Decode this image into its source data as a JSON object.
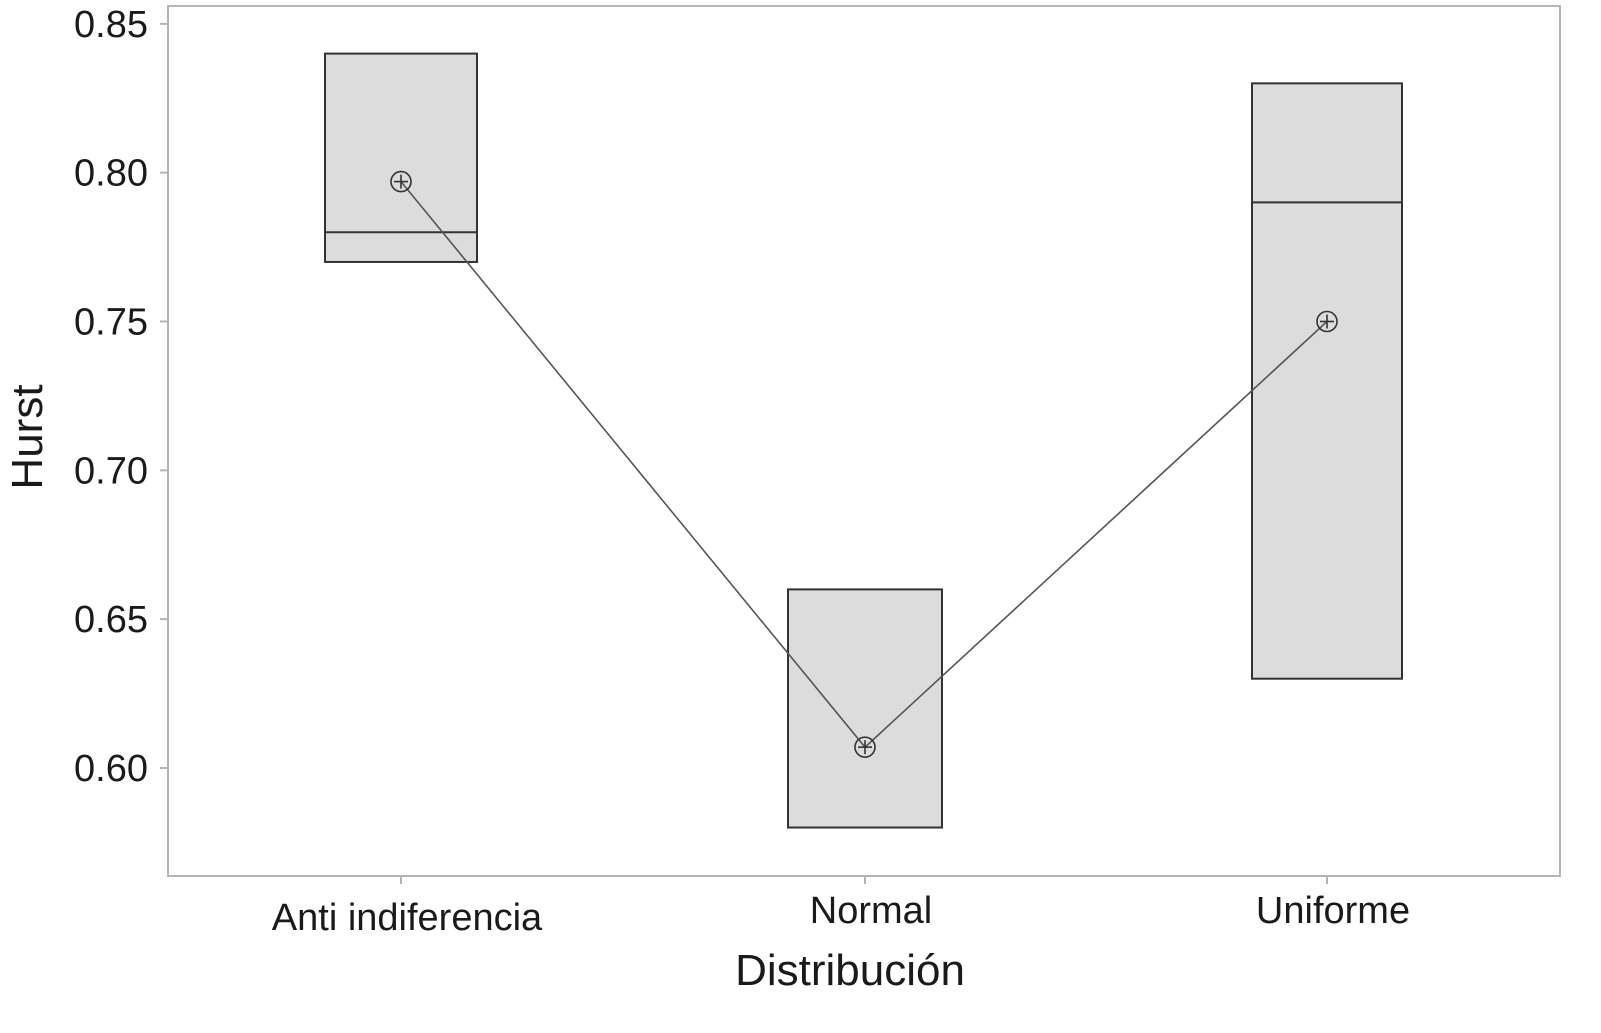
{
  "chart_data": {
    "type": "box",
    "title": "",
    "xlabel": "Distribución",
    "ylabel": "Hurst",
    "ylim": [
      0.575,
      0.855
    ],
    "yticks": [
      "0.85",
      "0.80",
      "0.75",
      "0.70",
      "0.65",
      "0.60"
    ],
    "ytick_values": [
      0.85,
      0.8,
      0.75,
      0.7,
      0.65,
      0.6
    ],
    "categories": [
      "Anti indiferencia",
      "Normal",
      "Uniforme"
    ],
    "boxes": [
      {
        "category": "Anti indiferencia",
        "q1": 0.77,
        "median": 0.78,
        "q3": 0.84,
        "mean": 0.797
      },
      {
        "category": "Normal",
        "q1": 0.58,
        "median": 0.58,
        "q3": 0.66,
        "mean": 0.607
      },
      {
        "category": "Uniforme",
        "q1": 0.63,
        "median": 0.79,
        "q3": 0.83,
        "mean": 0.75
      }
    ],
    "mean_line": true,
    "grid": false,
    "legend": "none",
    "colors": {
      "box_fill": "#dcdcdc",
      "box_stroke": "#333333",
      "frame": "#b4b4b4",
      "mean_line": "#555555",
      "text": "#1a1a1a"
    }
  }
}
